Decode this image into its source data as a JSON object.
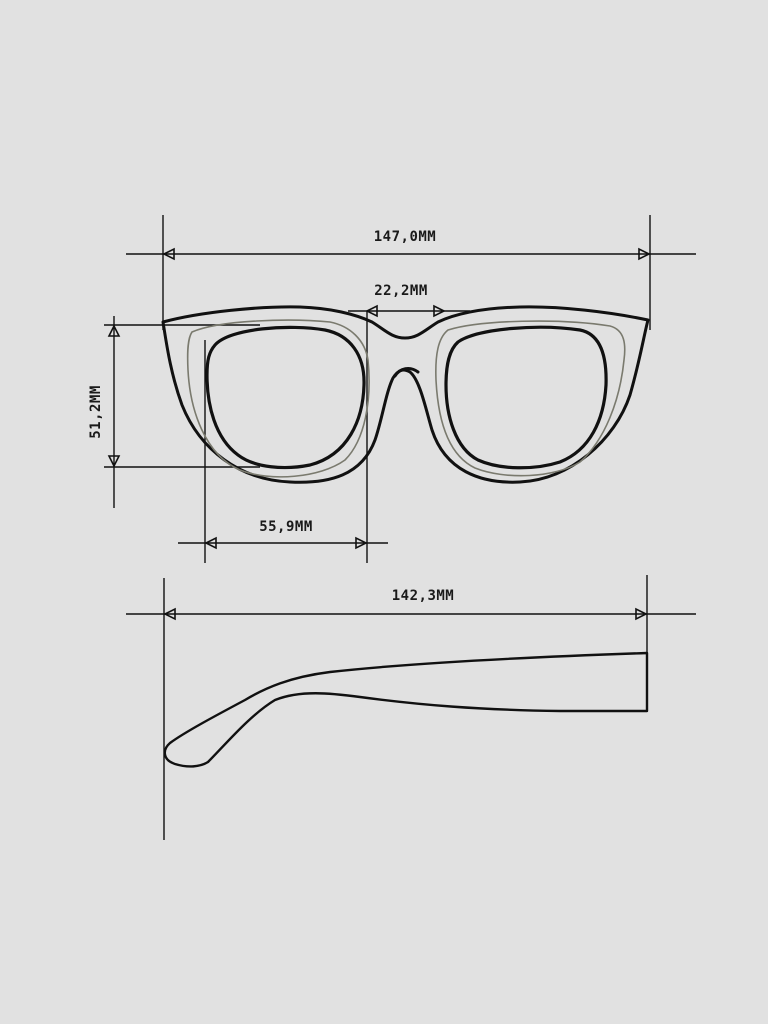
{
  "diagram": {
    "subject": "Eyewear technical dimension drawing",
    "background_color": "#e1e1e1",
    "line_color": "#111111",
    "front_view": {
      "dimensions": {
        "total_width": "147,0MM",
        "bridge_width": "22,2MM",
        "lens_height": "51,2MM",
        "lens_width": "55,9MM"
      }
    },
    "side_view": {
      "dimensions": {
        "temple_length": "142,3MM"
      }
    }
  }
}
